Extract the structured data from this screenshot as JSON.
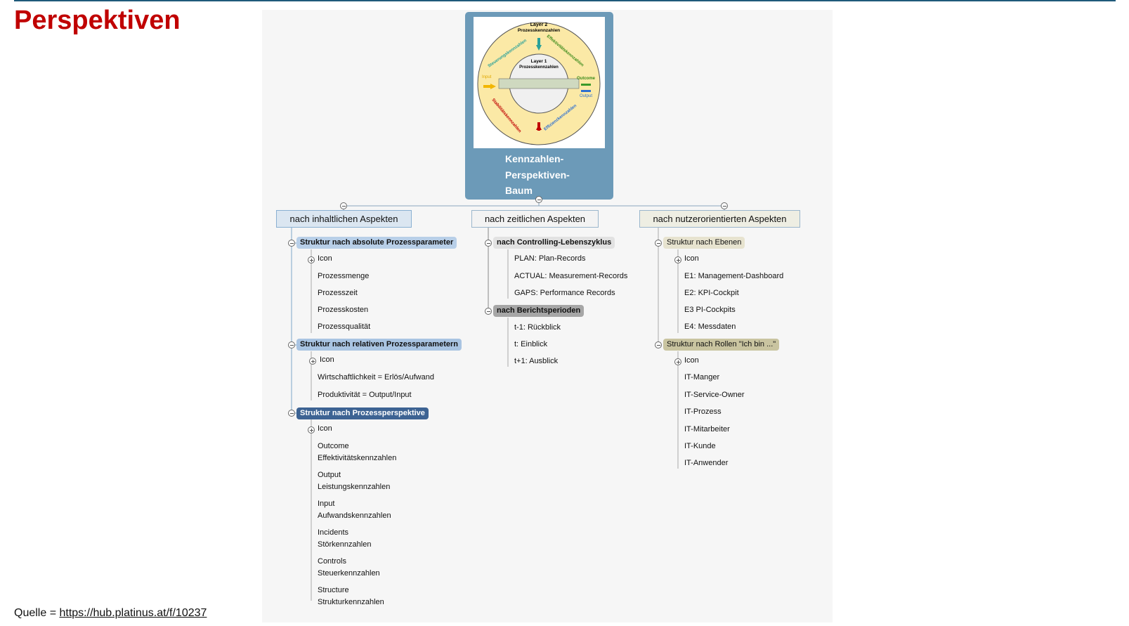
{
  "slide": {
    "title": "Perspektiven",
    "source_prefix": "Quelle = ",
    "source_link": "https://hub.platinus.at/f/10237"
  },
  "root": {
    "label_line1": "Kennzahlen-",
    "label_line2": "Perspektiven-",
    "label_line3": "Baum",
    "image": {
      "layer2_title": "Layer 2",
      "layer2_sub": "Prozesskennzahlen",
      "layer1_title": "Layer 1",
      "layer1_sub": "Prozesskennzahlen",
      "input": "Input",
      "outcome": "Outcome",
      "output": "Output",
      "steuer": "Steuerungskennzahlen",
      "effekt": "Effektivitätskennzahlen",
      "stabil": "Stabilitätskennzahlen",
      "effiz": "Effizienzkennzahlen"
    }
  },
  "branches": [
    {
      "label": "nach inhaltlichen Aspekten",
      "groups": [
        {
          "label": "Struktur nach absolute Prozessparameter",
          "items": [
            "Icon",
            "Prozessmenge",
            "Prozesszeit",
            "Prozesskosten",
            "Prozessqualität"
          ]
        },
        {
          "label": "Struktur nach relativen Prozessparametern",
          "items": [
            "Icon",
            "Wirtschaftlichkeit = Erlös/Aufwand",
            "Produktivität = Output/Input"
          ]
        },
        {
          "label": "Struktur nach Prozessperspektive",
          "items": [
            "Icon",
            [
              "Outcome",
              "Effektivitätskennzahlen"
            ],
            [
              "Output",
              "Leistungskennzahlen"
            ],
            [
              "Input",
              "Aufwandskennzahlen"
            ],
            [
              "Incidents",
              "Störkennzahlen"
            ],
            [
              "Controls",
              "Steuerkennzahlen"
            ],
            [
              "Structure",
              "Strukturkennzahlen"
            ]
          ]
        }
      ]
    },
    {
      "label": "nach zeitlichen Aspekten",
      "groups": [
        {
          "label": "nach Controlling-Lebenszyklus",
          "items": [
            "PLAN: Plan-Records",
            "ACTUAL: Measurement-Records",
            "GAPS: Performance Records"
          ]
        },
        {
          "label": "nach Berichtsperioden",
          "items": [
            "t-1: Rückblick",
            "t: Einblick",
            "t+1: Ausblick"
          ]
        }
      ]
    },
    {
      "label": "nach nutzerorientierten Aspekten",
      "groups": [
        {
          "label": "Struktur nach Ebenen",
          "items": [
            "Icon",
            "E1: Management-Dashboard",
            "E2: KPI-Cockpit",
            "E3 PI-Cockpits",
            "E4: Messdaten"
          ]
        },
        {
          "label": "Struktur nach Rollen \"Ich bin ...\"",
          "items": [
            "Icon",
            "IT-Manger",
            "IT-Service-Owner",
            "IT-Prozess",
            "IT-Mitarbeiter",
            "IT-Kunde",
            "IT-Anwender"
          ]
        }
      ]
    }
  ],
  "colors": {
    "title": "#c00000",
    "root_bg": "#6c9ab8",
    "sub_light_blue": "#b8cfe8",
    "sub_mid_blue": "#a9c4e2",
    "sub_dark_blue": "#3d6393",
    "sub_light_gray": "#e2e2e2",
    "sub_dark_gray": "#a6a6a6",
    "sub_beige": "#e7e3cf",
    "sub_khaki": "#c9c4a0"
  }
}
